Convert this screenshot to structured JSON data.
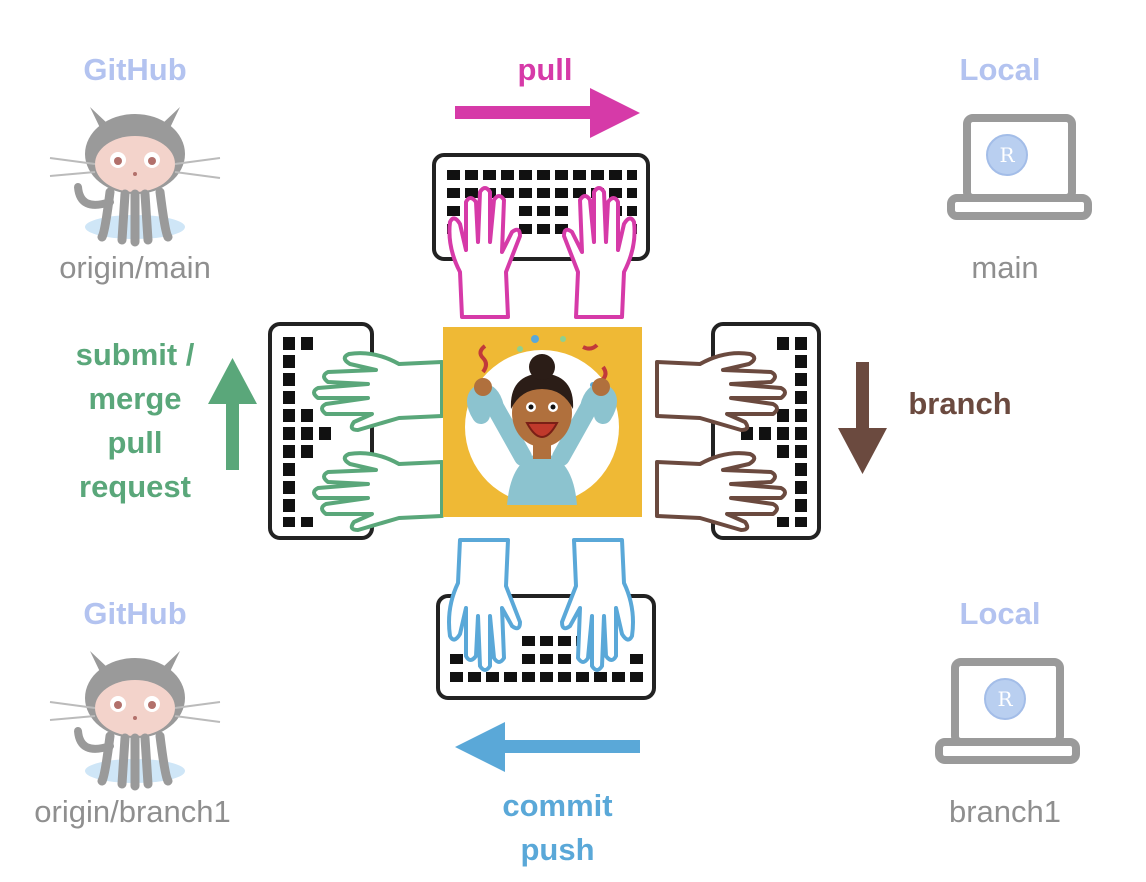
{
  "nodes": {
    "top_left": {
      "heading": "GitHub",
      "name": "origin/main",
      "icon": "octocat-icon"
    },
    "top_right": {
      "heading": "Local",
      "name": "main",
      "icon": "laptop-r-icon"
    },
    "bottom_left": {
      "heading": "GitHub",
      "name": "origin/branch1",
      "icon": "octocat-icon"
    },
    "bottom_right": {
      "heading": "Local",
      "name": "branch1",
      "icon": "laptop-r-icon"
    }
  },
  "actions": {
    "pull": "pull",
    "branch": "branch",
    "commit": [
      "commit",
      "push"
    ],
    "merge": [
      "submit /",
      "merge",
      "pull",
      "request"
    ]
  },
  "laptop_badge": "R",
  "colors": {
    "heading": "#b3c3f0",
    "subtitle": "#8f8f8f",
    "pull": "#d63aa8",
    "branch": "#6b4a3f",
    "commit": "#5aa8d8",
    "merge": "#5aa77a",
    "center_bg": "#efb935",
    "grey": "#9a9a9a"
  }
}
